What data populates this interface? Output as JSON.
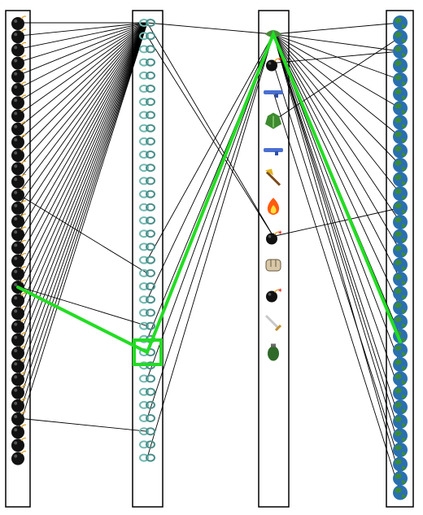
{
  "colors": {
    "background": "#ffffff",
    "column_border": "#000000",
    "link": "#000000",
    "highlight": "#22dd22",
    "bomb": "#111111",
    "bomb_fuse": "#e0a020",
    "chain": "#70b8b0",
    "globe_land": "#3a8a3a",
    "globe_water": "#2a70b0"
  },
  "columns": [
    {
      "id": "bombs",
      "item_icon": "bomb-icon",
      "item_count": 34
    },
    {
      "id": "chains",
      "item_icon": "chain-link-icon",
      "item_count": 34
    },
    {
      "id": "items",
      "items": [
        "leaf-sprite-icon",
        "bomb-icon",
        "blue-gun-icon",
        "green-plant-icon",
        "blue-gun-icon",
        "golden-axe-icon",
        "fire-icon",
        "bomb-icon",
        "fist-icon",
        "bomb-icon",
        "sword-icon",
        "grenade-icon"
      ]
    },
    {
      "id": "globes",
      "item_icon": "globe-icon",
      "item_count": 34
    }
  ],
  "highlight": {
    "selected_column": "chains",
    "selected_index": 25
  }
}
